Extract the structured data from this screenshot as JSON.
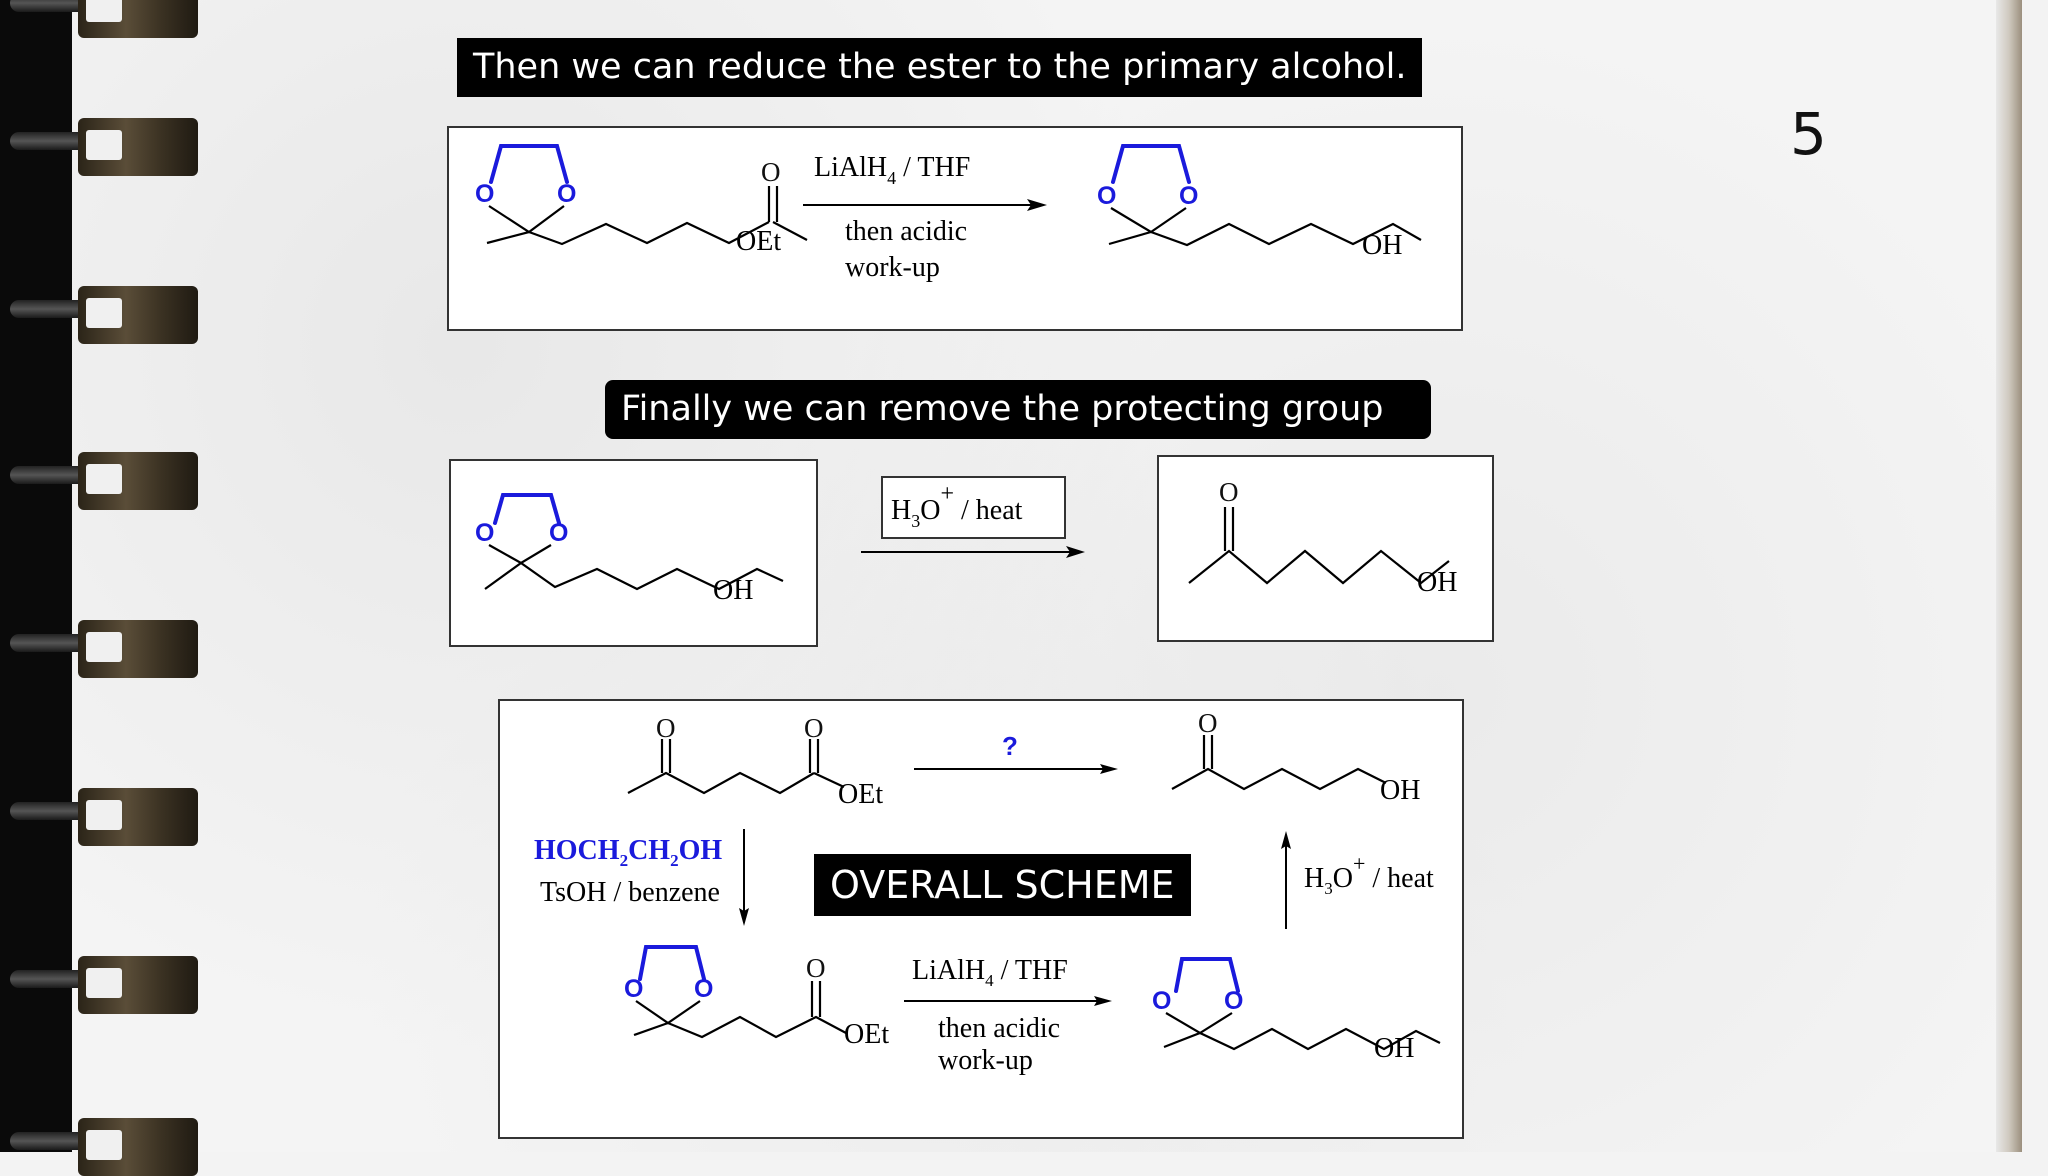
{
  "banners": {
    "step_reduce": "Then we can reduce the ester to the primary alcohol.",
    "step_deprotect": "Finally we can remove the protecting group",
    "overall": "OVERALL SCHEME"
  },
  "slide_number": "5",
  "atoms": {
    "oxygen": "O",
    "ester": "OEt",
    "alcohol": "OH"
  },
  "reagents": {
    "lialh4_main": "LiAlH",
    "lialh4_sub": "4",
    "lialh4_solvent": " / THF",
    "workup_line1": "then acidic",
    "workup_line2": "work-up",
    "h3o_h": "H",
    "h3o_sub": "3",
    "h3o_o": "O",
    "h3o_sup": "+",
    "heat": " / heat",
    "diol_a": "HOCH",
    "diol_b": "CH",
    "diol_c": "OH",
    "diol_sub": "2",
    "tsoh": "TsOH / benzene",
    "unknown": "?"
  },
  "colors": {
    "protecting_group": "#1a1adc",
    "banner_bg": "#000000",
    "banner_text": "#ffffff"
  },
  "icons": [
    "reaction-arrow-icon"
  ]
}
